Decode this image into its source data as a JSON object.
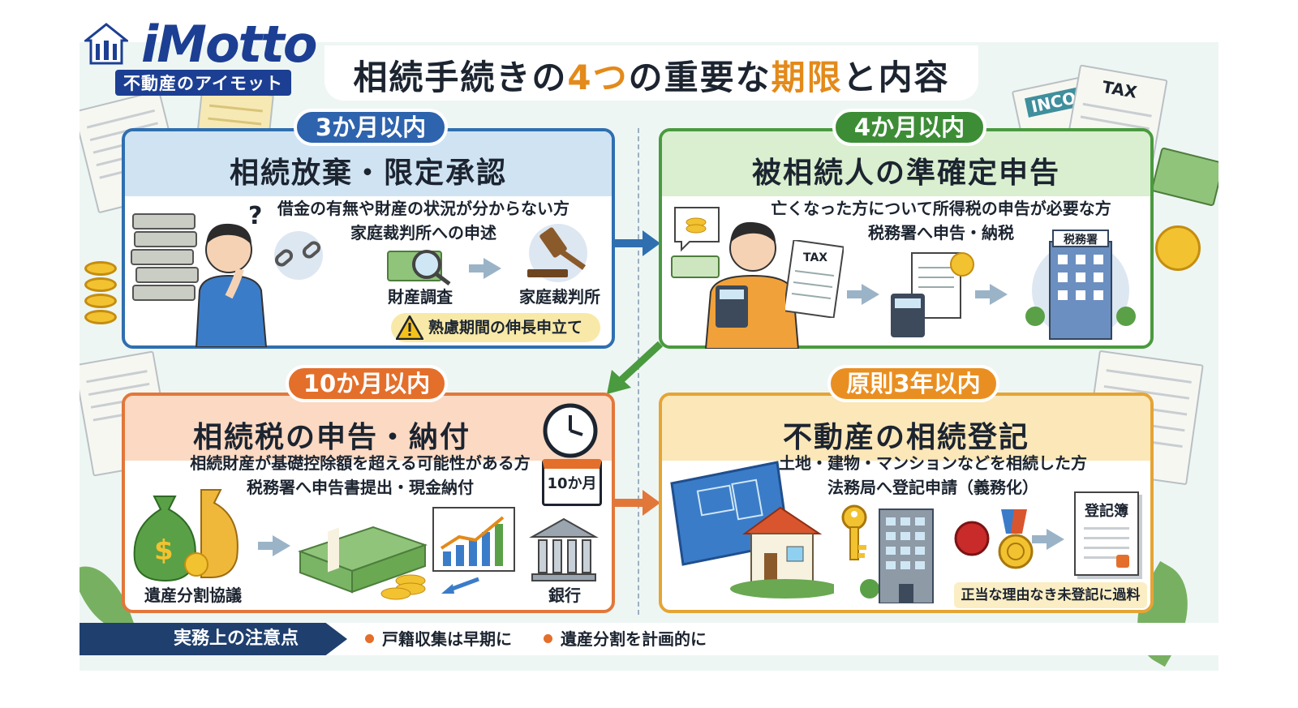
{
  "header": {
    "logo_name": "iMotto",
    "logo_sub": "不動産のアイモット",
    "title_pre": "相続手続きの",
    "title_num": "4つ",
    "title_mid": "の重要な",
    "title_key": "期限",
    "title_post": "と内容"
  },
  "panels": [
    {
      "badge": "3か月以内",
      "title": "相続放棄・限定承認",
      "desc1": "借金の有無や財産の状況が分からない方",
      "desc2": "家庭裁判所への申述",
      "step1": "財産調査",
      "step2": "家庭裁判所",
      "note": "熟慮期間の伸長申立て"
    },
    {
      "badge": "4か月以内",
      "title": "被相続人の準確定申告",
      "desc1": "亡くなった方について所得税の申告が必要な方",
      "desc2": "税務署へ申告・納税",
      "doc_label": "TAX",
      "building_sign": "税務署"
    },
    {
      "badge": "10か月以内",
      "title": "相続税の申告・納付",
      "desc1": "相続財産が基礎控除額を超える可能性がある方",
      "desc2": "税務署へ申告書提出・現金納付",
      "step1": "遺産分割協議",
      "step2": "銀行",
      "calendar": "10か月"
    },
    {
      "badge": "原則3年以内",
      "title": "不動産の相続登記",
      "desc1": "土地・建物・マンションなどを相続した方",
      "desc2": "法務局へ登記申請（義務化）",
      "doc_label": "登記簿",
      "note": "正当な理由なき未登記に過料"
    }
  ],
  "deco": {
    "tax_sheet": "TAX",
    "income_sheet": "INCO"
  },
  "footer": {
    "tab": "実務上の注意点",
    "point1": "戸籍収集は早期に",
    "point2": "遺産分割を計画的に"
  },
  "colors": {
    "blue": "#2f6fb0",
    "green": "#4a9a3f",
    "orange": "#e2773a",
    "amber": "#e5a434",
    "title_accent": "#e38a1a",
    "navy": "#1f3f6e"
  }
}
